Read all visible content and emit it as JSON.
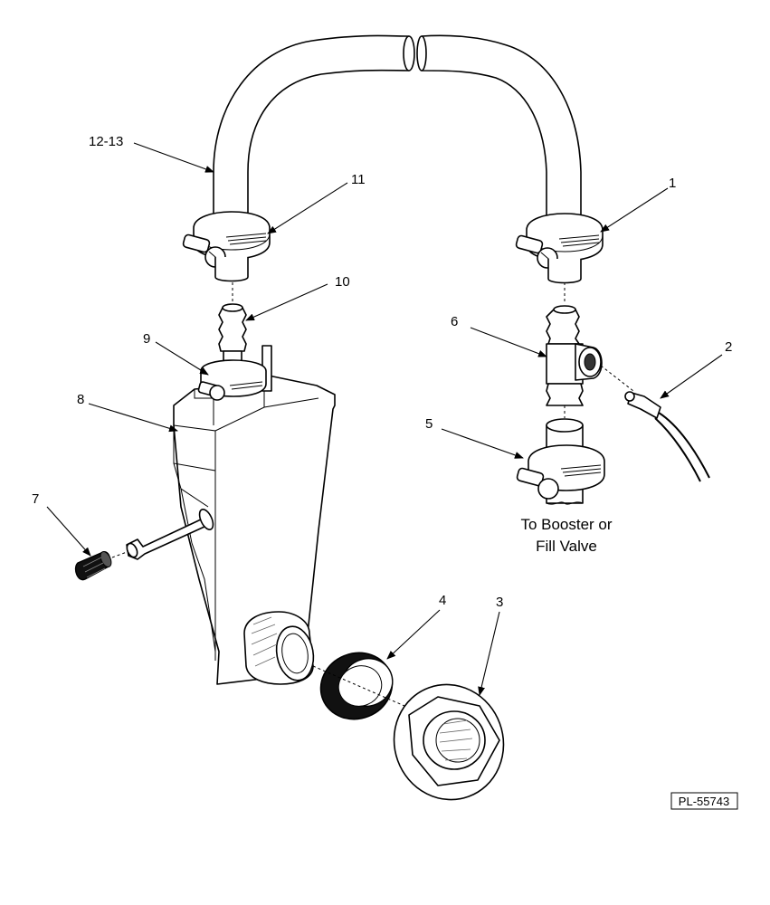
{
  "callouts": {
    "c1": "1",
    "c2": "2",
    "c3": "3",
    "c4": "4",
    "c5": "5",
    "c6": "6",
    "c7": "7",
    "c8": "8",
    "c9": "9",
    "c10": "10",
    "c11": "11",
    "c12_13": "12-13"
  },
  "caption": {
    "line1": "To Booster or",
    "line2": "Fill Valve"
  },
  "drawing_number": "PL-55743"
}
